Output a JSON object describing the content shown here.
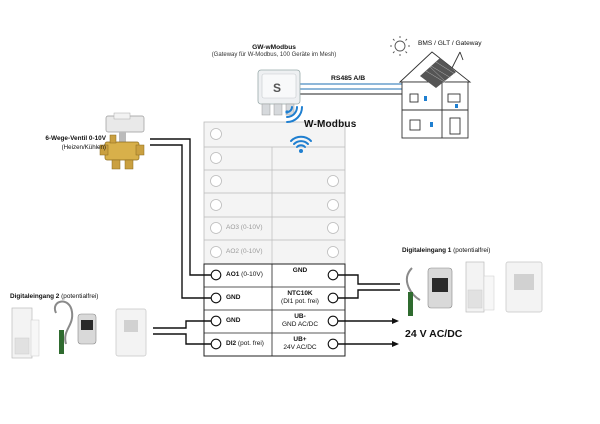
{
  "gateway": {
    "title": "GW-wModbus",
    "subtitle": "(Gateway für W-Modbus, 100 Geräte im Mesh)"
  },
  "bus": {
    "label": "RS485 A/B"
  },
  "bms": {
    "label": "BMS / GLT / Gateway"
  },
  "wmodbus": {
    "label": "W-Modbus"
  },
  "valve": {
    "title": "6-Wege-Ventil 0-10V",
    "subtitle": "(Heizen/Kühlen)"
  },
  "di1": {
    "title": "Digitaleingang 1",
    "subtitle": "(potentialfrei)"
  },
  "di2": {
    "title": "Digitaleingang 2",
    "subtitle": "(potentialfrei)"
  },
  "supply": {
    "label": "24 V AC/DC"
  },
  "module": {
    "ao3": "AO3 (0-10V)",
    "ao2": "AO2 (0-10V)",
    "left_terminals": [
      {
        "main": "AO1",
        "extra": " (0-10V)"
      },
      {
        "main": "GND",
        "extra": ""
      },
      {
        "main": "GND",
        "extra": ""
      },
      {
        "main": "DI2",
        "extra": " (pot. frei)"
      }
    ],
    "right_terminals": [
      {
        "line1": "GND",
        "line2": ""
      },
      {
        "line1": "NTC10K",
        "line2": "(DI1 pot. frei)"
      },
      {
        "line1": "UB-",
        "line2": "GND AC/DC"
      },
      {
        "line1": "UB+",
        "line2": "24V AC/DC"
      }
    ]
  }
}
